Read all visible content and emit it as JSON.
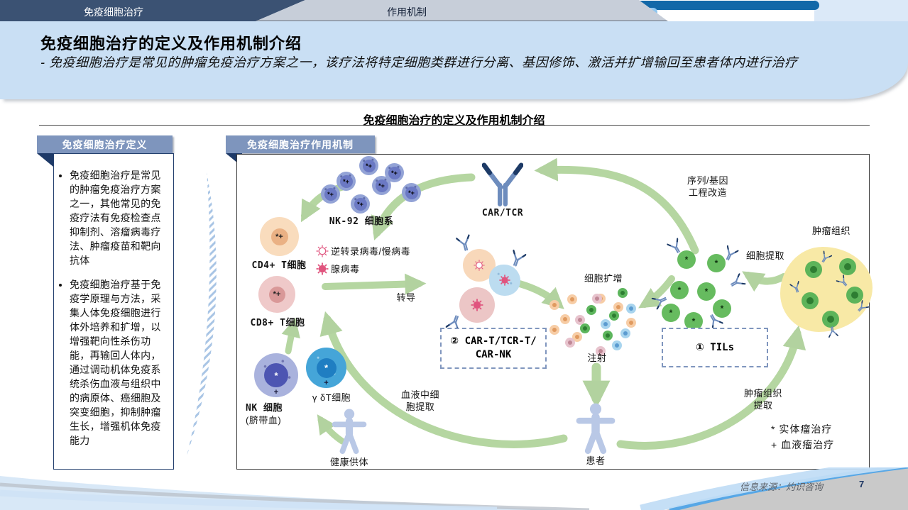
{
  "topbar": {
    "tab_active": "免疫细胞治疗",
    "tab_inactive": "作用机制"
  },
  "header": {
    "title": "免疫细胞治疗的定义及作用机制介绍",
    "subtitle": "- 免疫细胞治疗是常见的肿瘤免疫治疗方案之一，该疗法将特定细胞类群进行分离、基因修饰、激活并扩增输回至患者体内进行治疗"
  },
  "section": {
    "heading": "免疫细胞治疗的定义及作用机制介绍"
  },
  "definition_panel": {
    "header": "免疫细胞治疗定义",
    "bullets": [
      "免疫细胞治疗是常见的肿瘤免疫治疗方案之一，其他常见的免疫疗法有免疫检查点抑制剂、溶瘤病毒疗法、肿瘤疫苗和靶向抗体",
      "免疫细胞治疗基于免疫学原理与方法，采集人体免疫细胞进行体外培养和扩增，以增强靶向性杀伤功能，再输回人体内，通过调动机体免疫系统杀伤血液与组织中的病原体、癌细胞及突变细胞，抑制肿瘤生长，增强机体免疫能力"
    ]
  },
  "mechanism_panel": {
    "header": "免疫细胞治疗作用机制",
    "labels": {
      "nk92": "NK-92 细胞系",
      "cd4": "CD4+ T细胞",
      "cd8": "CD8+ T细胞",
      "retrovirus": "逆转录病毒/慢病毒",
      "adenovirus": "腺病毒",
      "transduction": "转导",
      "car_tcr": "CAR/TCR",
      "gene_engineering": [
        "序列/基因",
        "工程改造"
      ],
      "cell_expansion": "细胞扩增",
      "injection": "注射",
      "patient": "患者",
      "healthy_donor": "健康供体",
      "nk_cell": "NK 细胞",
      "nk_cell_sub": "(脐带血)",
      "gdt_cell": "γ δT细胞",
      "blood_extraction": [
        "血液中细",
        "胞提取"
      ],
      "cell_extraction": "细胞提取",
      "tumor_tissue": "肿瘤组织",
      "tumor_extraction": [
        "肿瘤组织",
        "提取"
      ],
      "box_cart": [
        "② CAR-T/TCR-T/",
        "CAR-NK"
      ],
      "box_tils": "① TILs",
      "legend_solid": "* 实体瘤治疗",
      "legend_blood": "+ 血液瘤治疗"
    },
    "markers": {
      "solid_blood": "*+",
      "solid": "*",
      "blood": "+"
    }
  },
  "footer": {
    "source": "信息来源：灼识咨询",
    "page": "7"
  }
}
